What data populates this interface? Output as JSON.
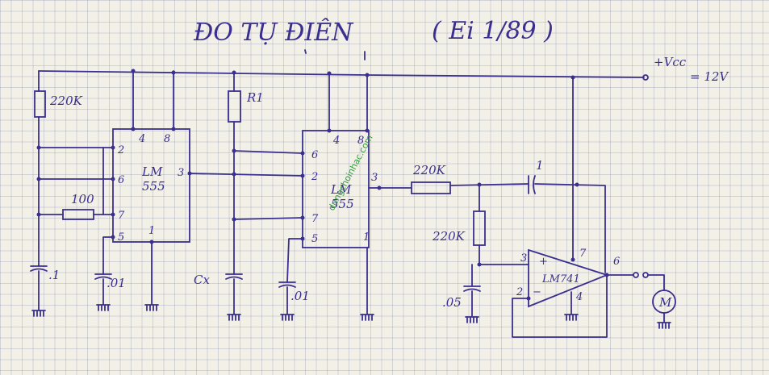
{
  "title": "ĐO TỤ ĐIÊN",
  "title_ref": "( Ei 1/89 )",
  "supply": {
    "label": "+Vcc",
    "value": "= 12V"
  },
  "ic1": {
    "name": "LM",
    "model": "555",
    "pins": [
      "4",
      "8",
      "2",
      "6",
      "7",
      "5",
      "3",
      "1"
    ]
  },
  "ic2": {
    "name": "LM",
    "model": "555",
    "pins": [
      "4",
      "8",
      "6",
      "2",
      "7",
      "5",
      "3",
      "1"
    ]
  },
  "opamp": {
    "name": "LM741",
    "pins": [
      "3",
      "2",
      "7",
      "4",
      "6"
    ],
    "plus": "+",
    "minus": "−"
  },
  "components": {
    "r_top": "220K",
    "r_100": "100",
    "c1": ".1",
    "c2": ".01",
    "r1": "R1",
    "cx": "Cx",
    "c3": ".01",
    "r_series": "220K",
    "r_shunt": "220K",
    "c_couple": "1",
    "c_05": ".05",
    "meter": "M"
  },
  "watermark": "dungchoinhac.com",
  "colors": {
    "ink": "#3a2f8f",
    "paper": "#f3f0e8",
    "watermark": "#2e9e3a"
  }
}
